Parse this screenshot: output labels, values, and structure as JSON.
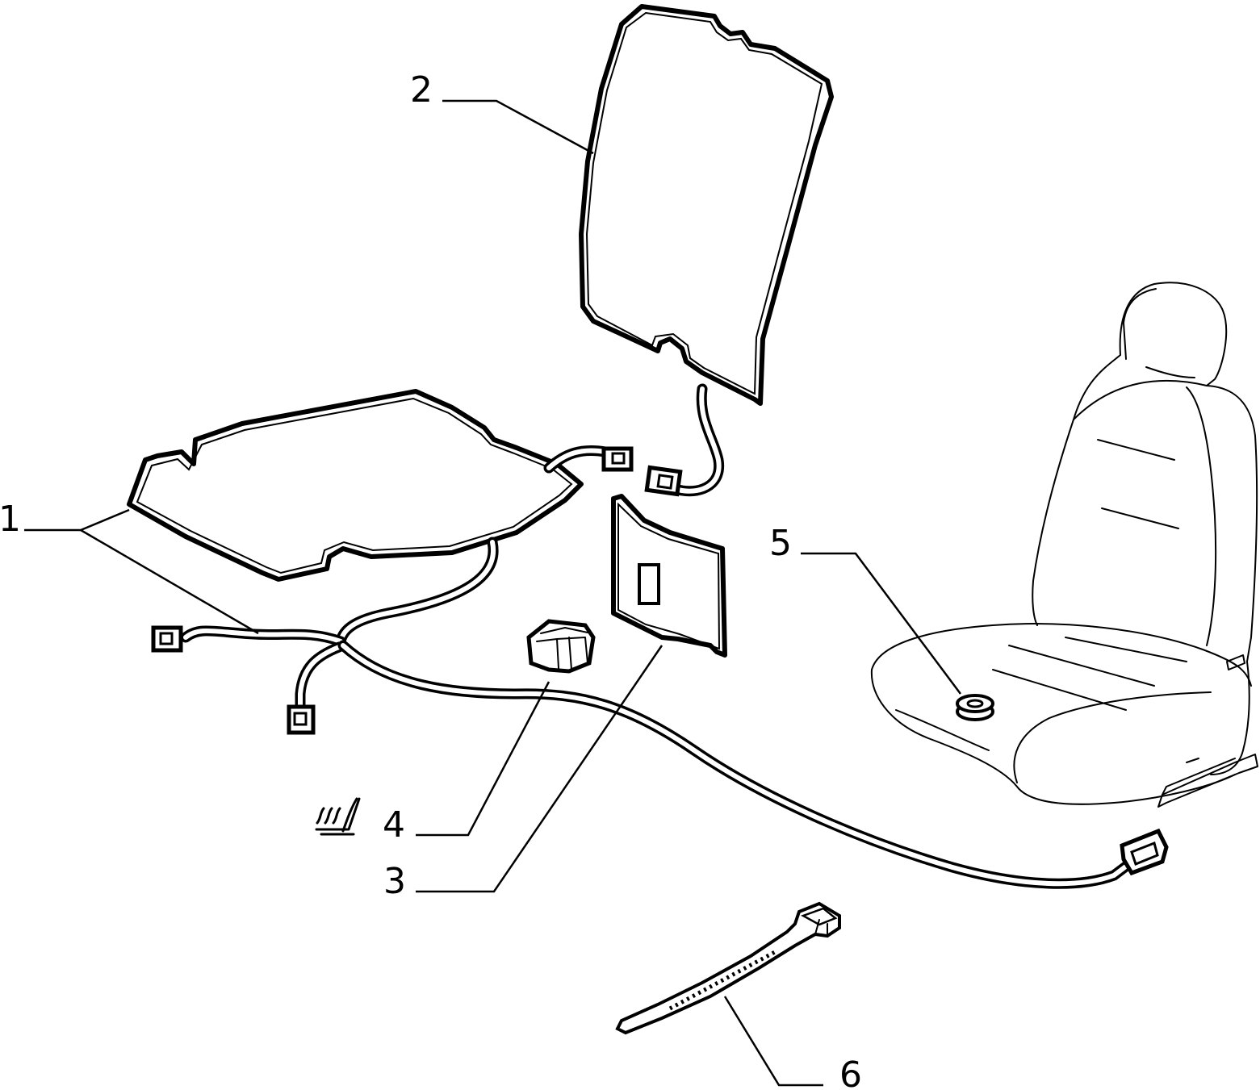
{
  "callouts": [
    {
      "id": "1",
      "label": "1"
    },
    {
      "id": "2",
      "label": "2"
    },
    {
      "id": "3",
      "label": "3"
    },
    {
      "id": "4",
      "label": "4"
    },
    {
      "id": "5",
      "label": "5"
    },
    {
      "id": "6",
      "label": "6"
    }
  ],
  "icons": {
    "heated_seat_symbol": "heated-seat-icon"
  }
}
